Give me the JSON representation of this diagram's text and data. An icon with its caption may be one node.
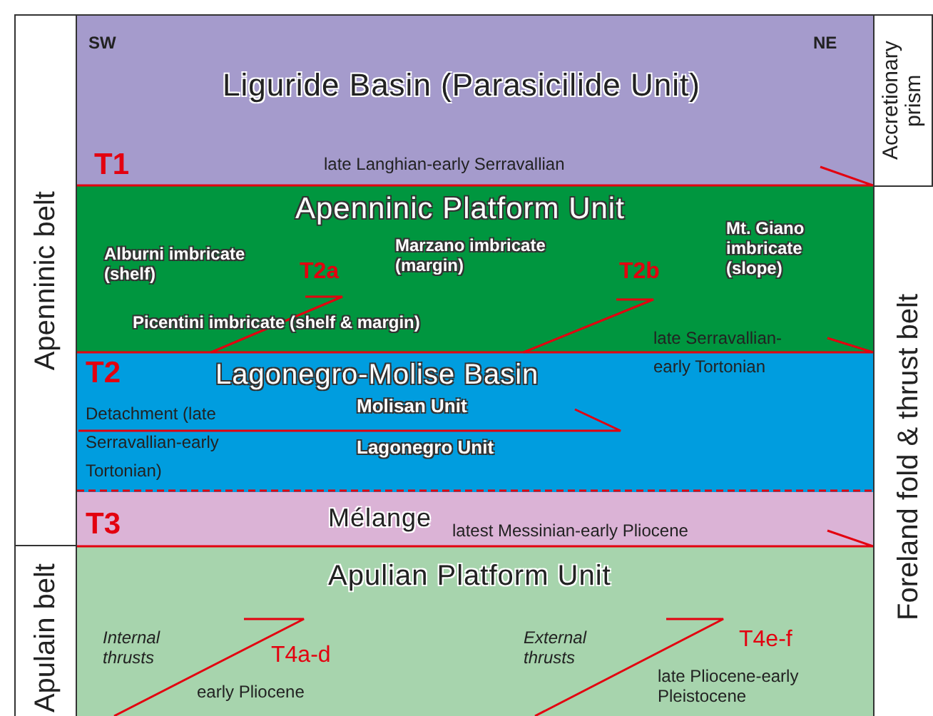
{
  "diagram": {
    "nodes": [
      {
        "text": [
          "Apenninic belt"
        ]
      },
      {
        "text": [
          "Apulain belt"
        ]
      },
      {
        "text": [
          "Liguride Basin (Parasicilide Unit)"
        ]
      },
      {
        "text": [
          "Apenninic Platform Unit"
        ]
      },
      {
        "text": [
          "Lagonegro-Molise Basin"
        ]
      },
      {
        "text": [
          "Mélange"
        ]
      },
      {
        "text": [
          "Apulian Platform Unit"
        ]
      },
      {
        "text": [
          "Accretionary prism"
        ]
      },
      {
        "text": [
          "Foreland fold & thrust belt"
        ]
      }
    ],
    "labels": [
      "SW",
      "NE",
      "T1",
      "late Langhian-early Serravallian",
      "Alburni imbricate (shelf)",
      "T2a",
      "Marzano imbricate (margin)",
      "T2b",
      "Mt. Giano imbricate (slope)",
      "Picentini imbricate (shelf & margin)",
      "late Serravallian-early Tortonian",
      "T2",
      "Detachment (late Serravallian-early Tortonian)",
      "Molisan Unit",
      "Lagonegro Unit",
      "T3",
      "latest Messinian-early Pliocene",
      "Internal thrusts",
      "T4a-d",
      "External thrusts",
      "T4e-f",
      "early Pliocene",
      "late Pliocene-early Pleistocene"
    ]
  }
}
